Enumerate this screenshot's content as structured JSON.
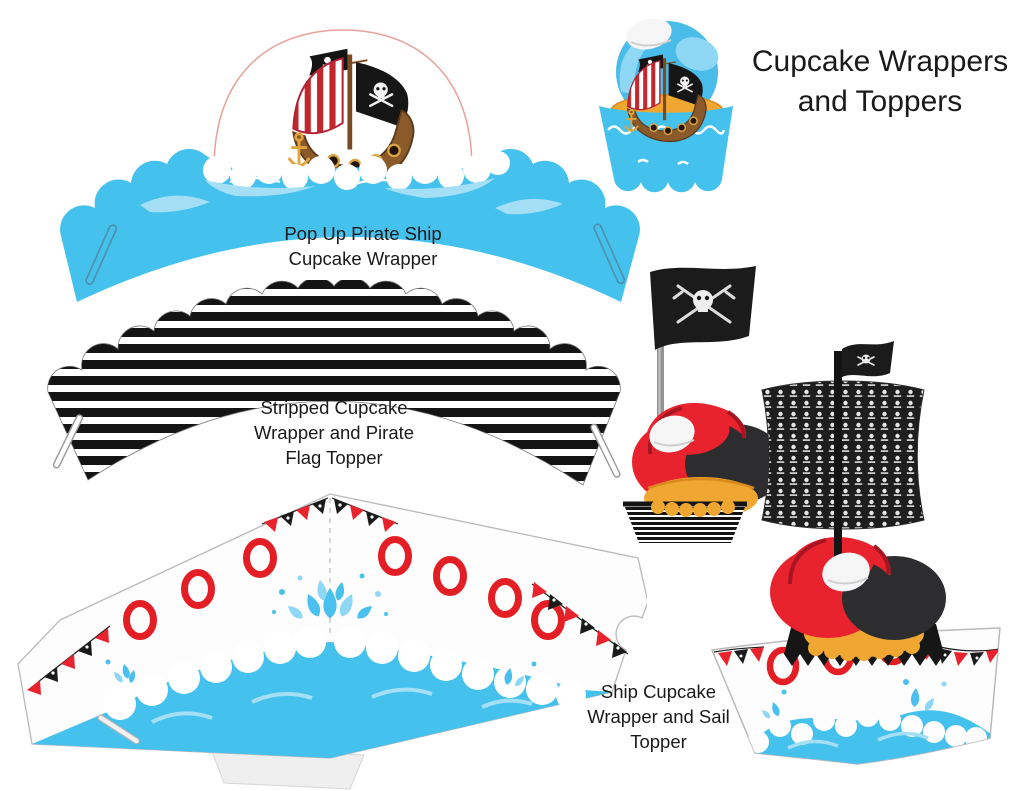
{
  "title": {
    "lines": [
      "Cupcake Wrappers",
      "and Toppers"
    ]
  },
  "captions": {
    "popup": {
      "lines": [
        "Pop Up Pirate Ship",
        "Cupcake Wrapper"
      ]
    },
    "striped": {
      "lines": [
        "Stripped Cupcake",
        "Wrapper and Pirate",
        "Flag Topper"
      ]
    },
    "ship": {
      "lines": [
        "Ship Cupcake",
        "Wrapper and Sail",
        "Topper"
      ]
    }
  },
  "icons": [
    "pirate-ship-icon",
    "pirate-flag-icon",
    "skull-and-crossbones-icon",
    "anchor-icon",
    "life-ring-icon",
    "bunting-flags-icon",
    "skull-sail-icon",
    "splash-icon",
    "cupcake-icon"
  ],
  "colors": {
    "wrapper_blue": "#45C1EE",
    "wave_light_blue": "#A5DFF6",
    "stripe_black": "#141414",
    "flag_black": "#1B1B1B",
    "frosting_red": "#E8232D",
    "frosting_dark_red": "#A81522",
    "frosting_black": "#2D2D30",
    "frosting_white": "#F6F6F6",
    "cake_gold": "#F0A732",
    "cake_gold_dark": "#D98A1C",
    "hull_brown": "#8A5A2B",
    "hull_brown_dark": "#5C3A1B",
    "sail_red": "#C1272D",
    "ring_red": "#E31E24",
    "pole_gray": "#949494",
    "cut_line": "#E8A09A",
    "template_gray": "#B9B9B9",
    "text_black": "#1A1A1A"
  }
}
